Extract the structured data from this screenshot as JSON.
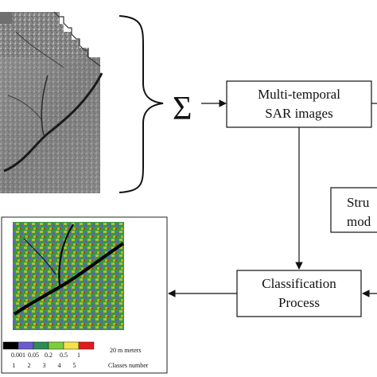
{
  "sum_symbol": "Σ",
  "boxes": {
    "sar": {
      "line1": "Multi-temporal",
      "line2": "SAR images"
    },
    "structural": {
      "line1": "Stru",
      "line2": "mod"
    },
    "classification": {
      "line1": "Classification",
      "line2": "Process"
    }
  },
  "legend": {
    "colors": [
      "#000000",
      "#6a5acd",
      "#2e8b57",
      "#7ccd3c",
      "#f2e34b",
      "#e31a1c"
    ],
    "thresholds": [
      "0.001",
      "0.05",
      "0.2",
      "0.5",
      "1"
    ],
    "class_numbers": [
      "1",
      "2",
      "3",
      "4",
      "5"
    ],
    "scale_label": "20 m meters",
    "classes_label": "Classes number"
  }
}
